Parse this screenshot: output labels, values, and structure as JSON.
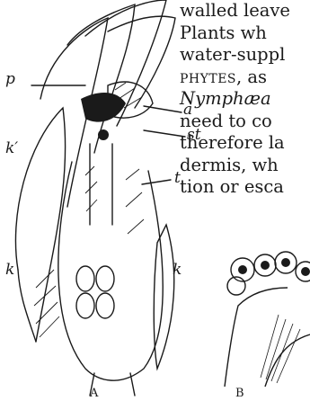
{
  "text": {
    "line1": "walled leave",
    "line2": "Plants wh",
    "line3": "water-suppl",
    "line4_caps": "phytes",
    "line4_rest": ", as",
    "line5_italic": "Nymphæa",
    "line6": "need to co",
    "line7": "therefore la",
    "line8": "dermis, wh",
    "line9": "tion or esca"
  },
  "labels": {
    "p": "p",
    "k_prime": "k′",
    "a": "a",
    "st": "st",
    "t": "t",
    "k_left": "k",
    "k_right": "k"
  },
  "captions": {
    "a": "A",
    "b": "B"
  },
  "colors": {
    "ink": "#1a1a1a",
    "paper": "#ffffff"
  }
}
